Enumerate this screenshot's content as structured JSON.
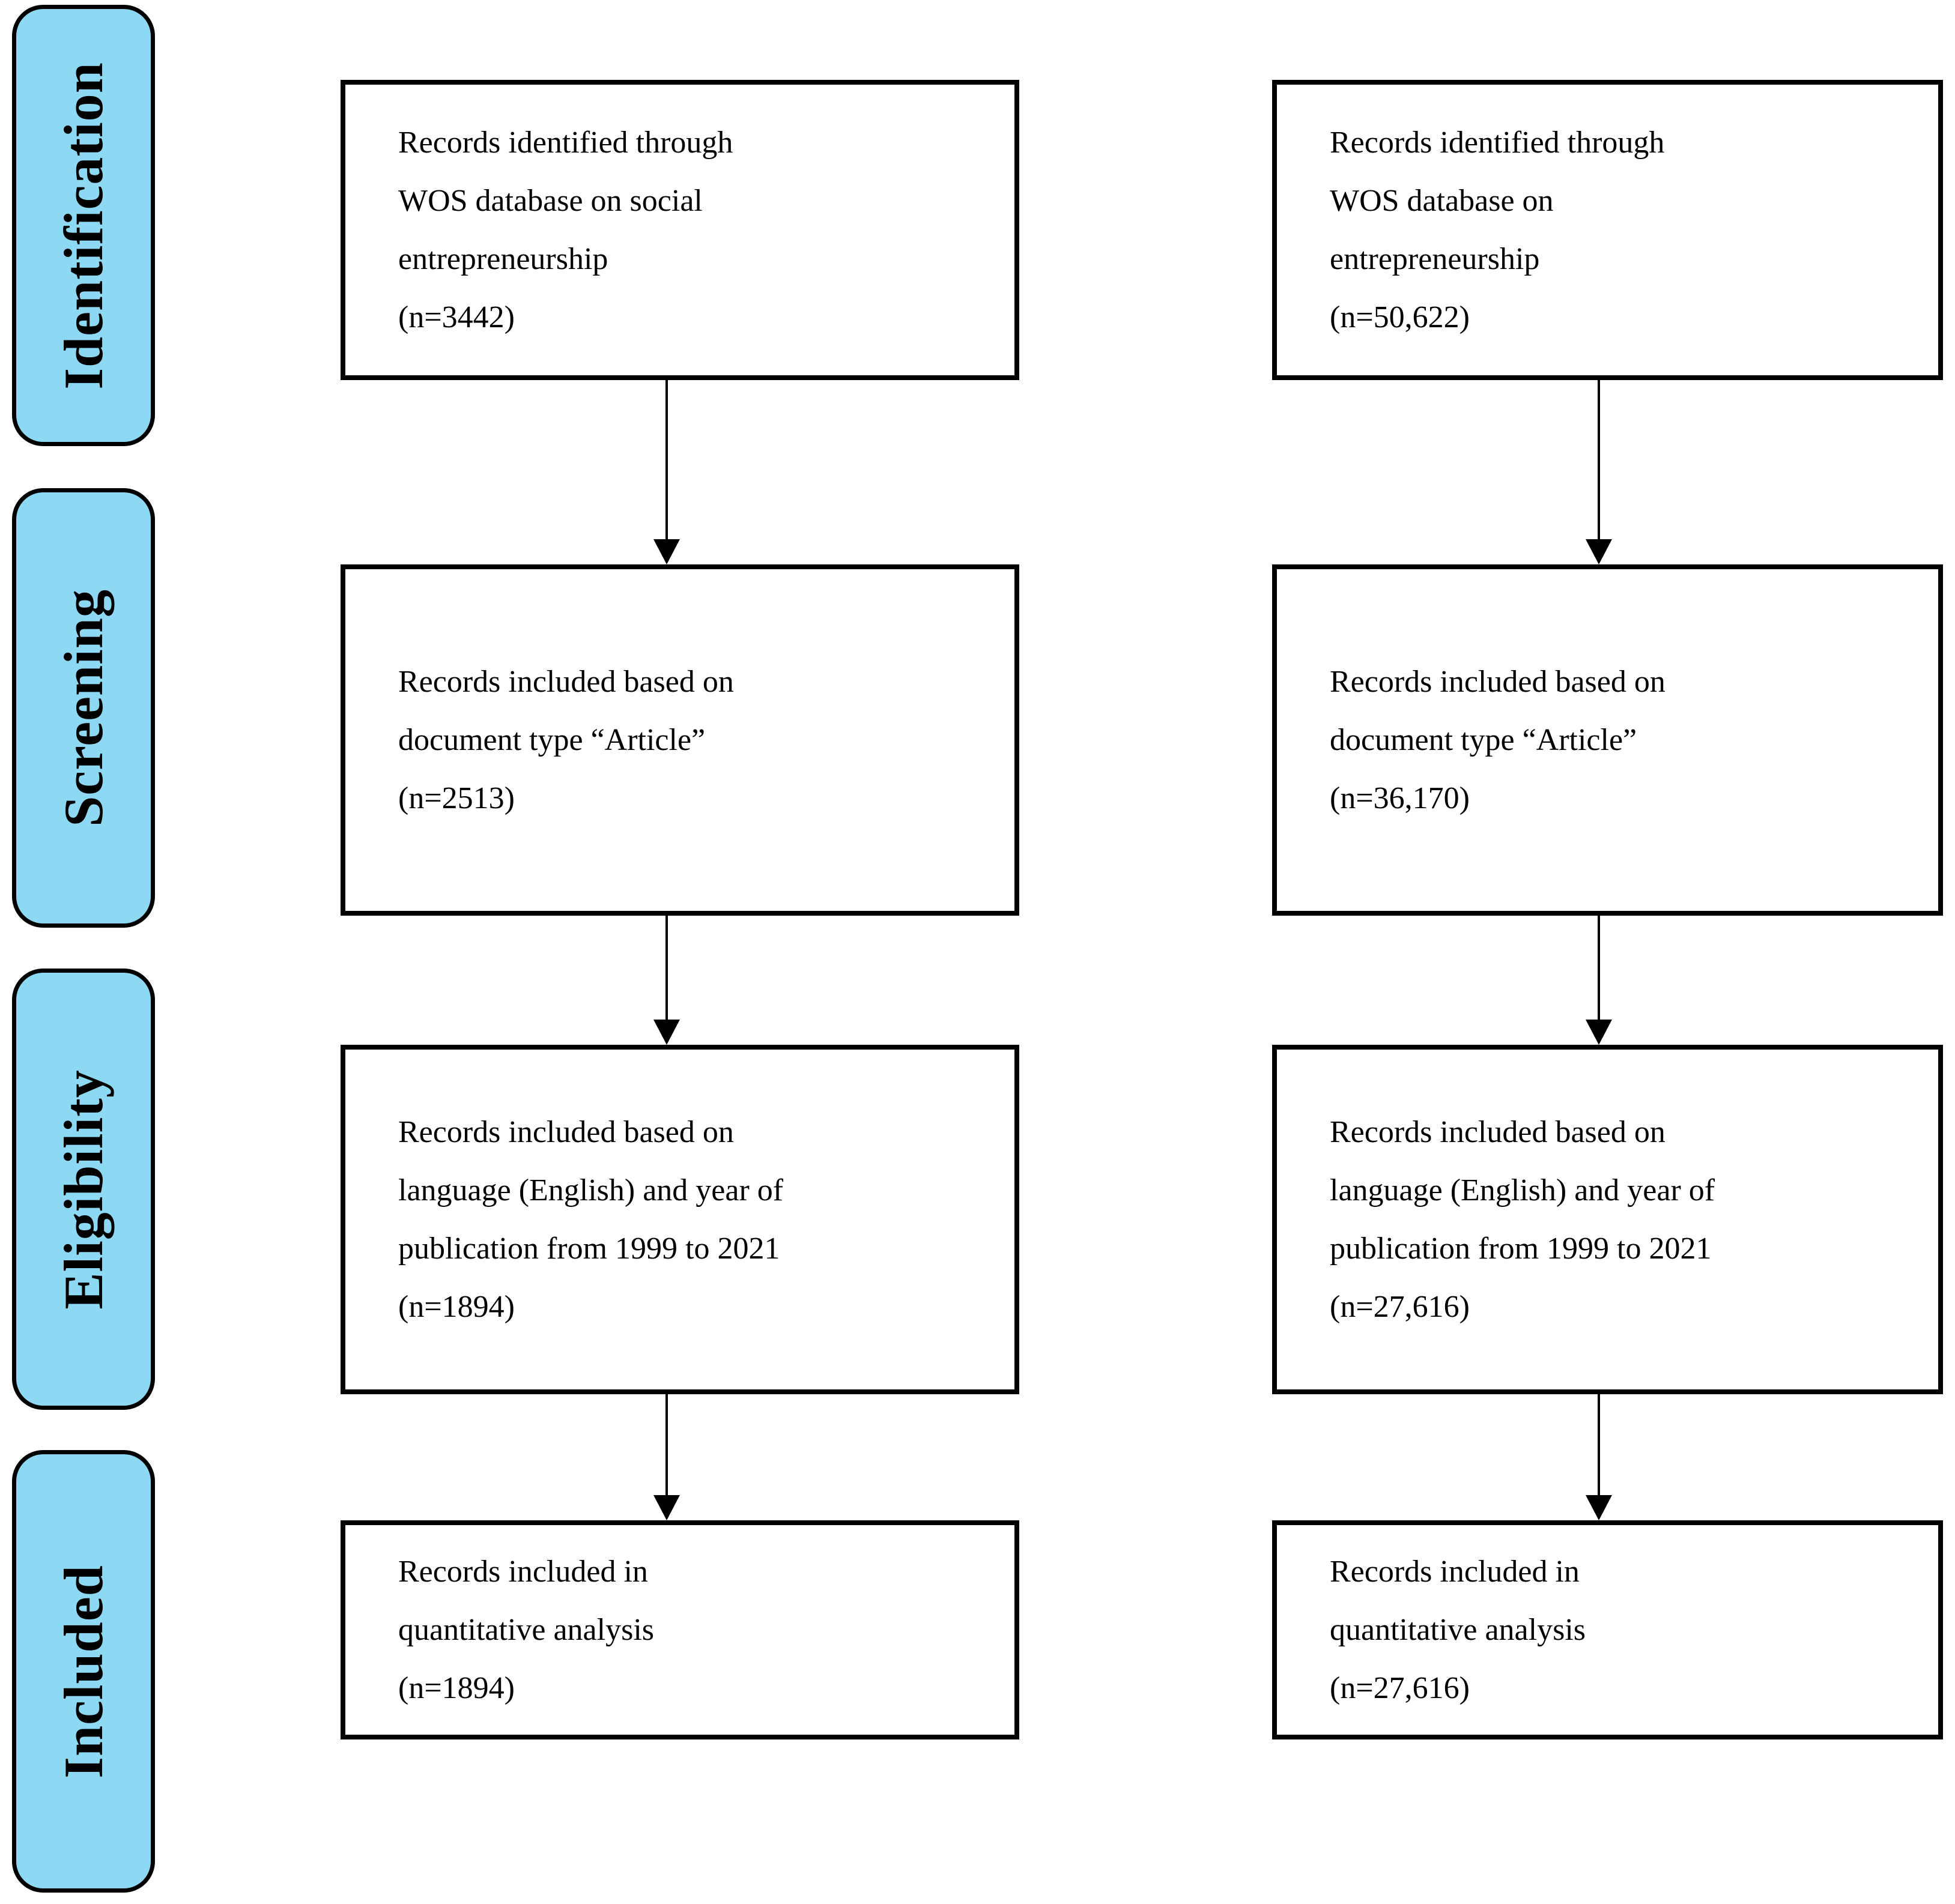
{
  "colors": {
    "stage_fill": "#8DD8F2",
    "line_color": "#000000",
    "page_bg": "#FFFFFF"
  },
  "sidebar": {
    "stages": [
      {
        "label": "Identification"
      },
      {
        "label": "Screening"
      },
      {
        "label": "Eligibility"
      },
      {
        "label": "Included"
      }
    ]
  },
  "columns": [
    {
      "topic": "social entrepreneurship",
      "boxes": [
        {
          "lines": [
            "Records identified through",
            "WOS database on social",
            "entrepreneurship",
            "(n=3442)"
          ]
        },
        {
          "lines": [
            "Records included based on",
            "document type “Article”",
            "(n=2513)"
          ]
        },
        {
          "lines": [
            "Records included based on",
            "language (English) and year of",
            "publication from 1999 to 2021",
            "(n=1894)"
          ]
        },
        {
          "lines": [
            "Records included in",
            "quantitative analysis",
            "(n=1894)"
          ]
        }
      ]
    },
    {
      "topic": "entrepreneurship",
      "boxes": [
        {
          "lines": [
            "Records identified through",
            "WOS database on",
            "entrepreneurship",
            "(n=50,622)"
          ]
        },
        {
          "lines": [
            "Records included based on",
            "document type “Article”",
            "(n=36,170)"
          ]
        },
        {
          "lines": [
            "Records included based on",
            "language (English) and year of",
            "publication from 1999 to 2021",
            "(n=27,616)"
          ]
        },
        {
          "lines": [
            "Records included in",
            "quantitative analysis",
            "(n=27,616)"
          ]
        }
      ]
    }
  ]
}
